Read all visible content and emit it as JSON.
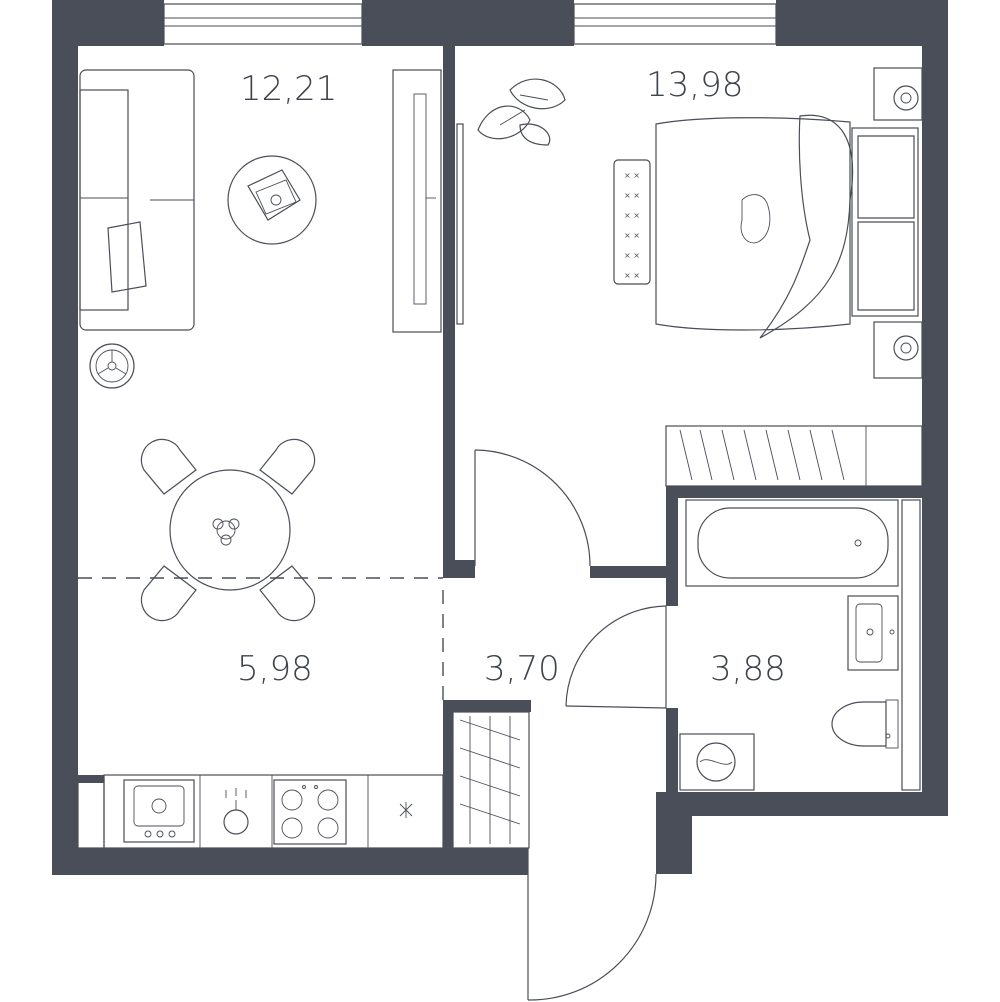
{
  "rooms": {
    "living_room": {
      "area": "12,21"
    },
    "bedroom": {
      "area": "13,98"
    },
    "kitchen": {
      "area": "5,98"
    },
    "hallway": {
      "area": "3,70"
    },
    "bathroom": {
      "area": "3,88"
    }
  },
  "colors": {
    "wall": "#4a4e58",
    "line": "#4a4e58",
    "background": "#ffffff"
  }
}
